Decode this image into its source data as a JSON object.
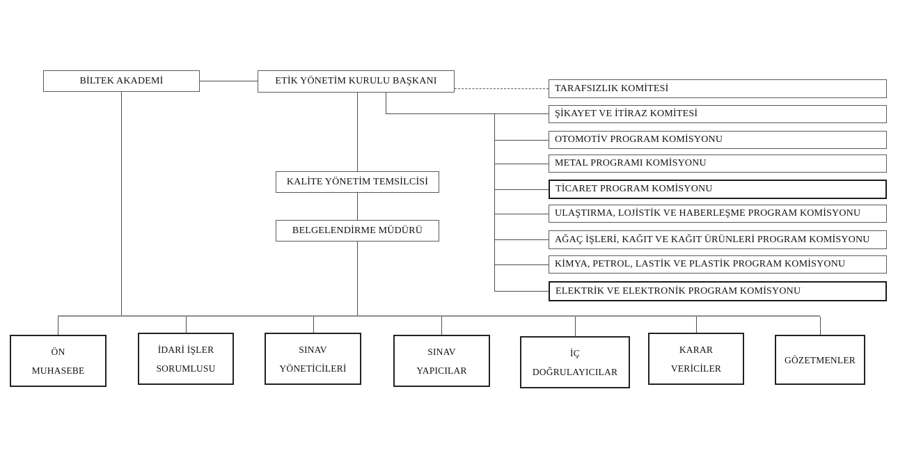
{
  "nodes": {
    "biltek": {
      "label": "BİLTEK AKADEMİ"
    },
    "etik": {
      "label": "ETİK YÖNETİM KURULU BAŞKANI"
    },
    "kalite": {
      "label": "KALİTE YÖNETİM TEMSİLCİSİ"
    },
    "belgelendirme": {
      "label": "BELGELENDİRME MÜDÜRÜ"
    }
  },
  "committees": [
    {
      "label": "TARAFSIZLIK KOMİTESİ"
    },
    {
      "label": "ŞİKAYET VE İTİRAZ KOMİTESİ"
    },
    {
      "label": "OTOMOTİV PROGRAM KOMİSYONU"
    },
    {
      "label": "METAL PROGRAMI KOMİSYONU"
    },
    {
      "label": "TİCARET PROGRAM KOMİSYONU"
    },
    {
      "label": "ULAŞTIRMA, LOJİSTİK VE HABERLEŞME PROGRAM KOMİSYONU"
    },
    {
      "label": "AĞAÇ İŞLERİ, KAĞIT VE KAĞIT ÜRÜNLERİ PROGRAM KOMİSYONU"
    },
    {
      "label": "KİMYA, PETROL, LASTİK VE PLASTİK PROGRAM KOMİSYONU"
    },
    {
      "label": "ELEKTRİK VE ELEKTRONİK PROGRAM KOMİSYONU"
    }
  ],
  "staff": [
    {
      "line1": "ÖN",
      "line2": "MUHASEBE"
    },
    {
      "line1": "İDARİ İŞLER",
      "line2": "SORUMLUSU"
    },
    {
      "line1": "SINAV",
      "line2": "YÖNETİCİLERİ"
    },
    {
      "line1": "SINAV",
      "line2": "YAPICILAR"
    },
    {
      "line1": "İÇ",
      "line2": "DOĞRULAYICILAR"
    },
    {
      "line1": "KARAR",
      "line2": "VERİCİLER"
    },
    {
      "line1": "GÖZETMENLER",
      "line2": ""
    }
  ],
  "colors": {
    "background": "#ffffff",
    "line": "#4d4d4d",
    "bus_line": "#8c8c8c",
    "box_border": "#595959",
    "emphasis_border": "#1a1a1a",
    "text": "#111111"
  }
}
